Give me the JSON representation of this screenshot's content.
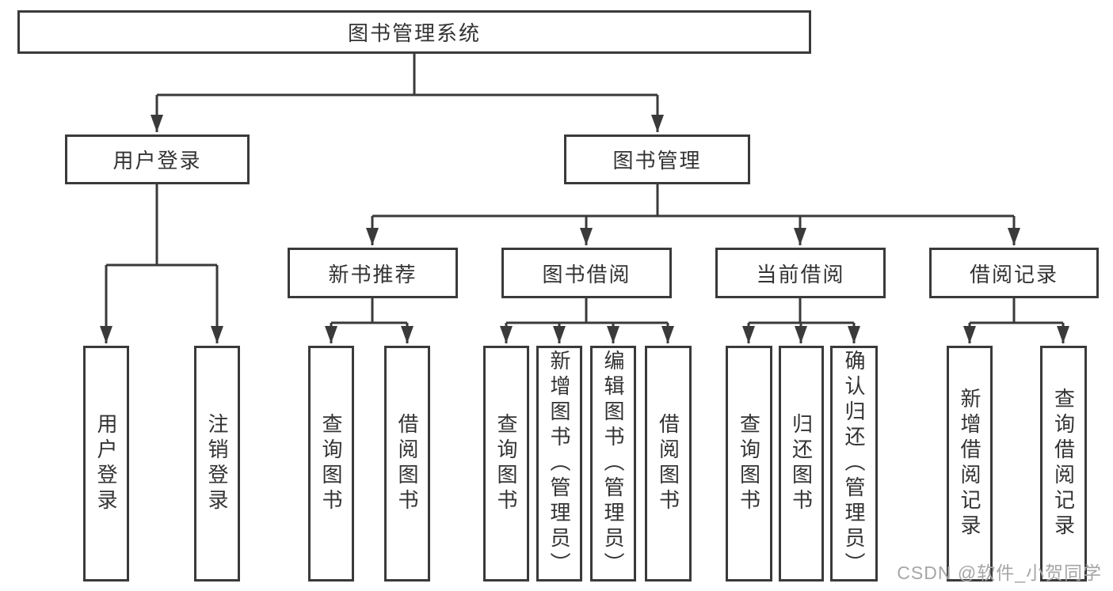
{
  "tree": {
    "root": {
      "label": "图书管理系统",
      "children": [
        {
          "label": "用户登录",
          "children": [
            {
              "label": "用户登录"
            },
            {
              "label": "注销登录"
            }
          ]
        },
        {
          "label": "图书管理",
          "children": [
            {
              "label": "新书推荐",
              "children": [
                {
                  "label": "查询图书"
                },
                {
                  "label": "借阅图书"
                }
              ]
            },
            {
              "label": "图书借阅",
              "children": [
                {
                  "label": "查询图书"
                },
                {
                  "label": "新增图书（管理员）"
                },
                {
                  "label": "编辑图书（管理员）"
                },
                {
                  "label": "借阅图书"
                }
              ]
            },
            {
              "label": "当前借阅",
              "children": [
                {
                  "label": "查询图书"
                },
                {
                  "label": "归还图书"
                },
                {
                  "label": "确认归还（管理员）"
                }
              ]
            },
            {
              "label": "借阅记录",
              "children": [
                {
                  "label": "新增借阅记录"
                },
                {
                  "label": "查询借阅记录"
                }
              ]
            }
          ]
        }
      ]
    }
  },
  "watermark": {
    "text": "CSDN @软件_小贺同学"
  },
  "colors": {
    "line": "#3a3a3a",
    "text": "#333333",
    "background": "#ffffff",
    "watermark": "#a6a6a6"
  }
}
